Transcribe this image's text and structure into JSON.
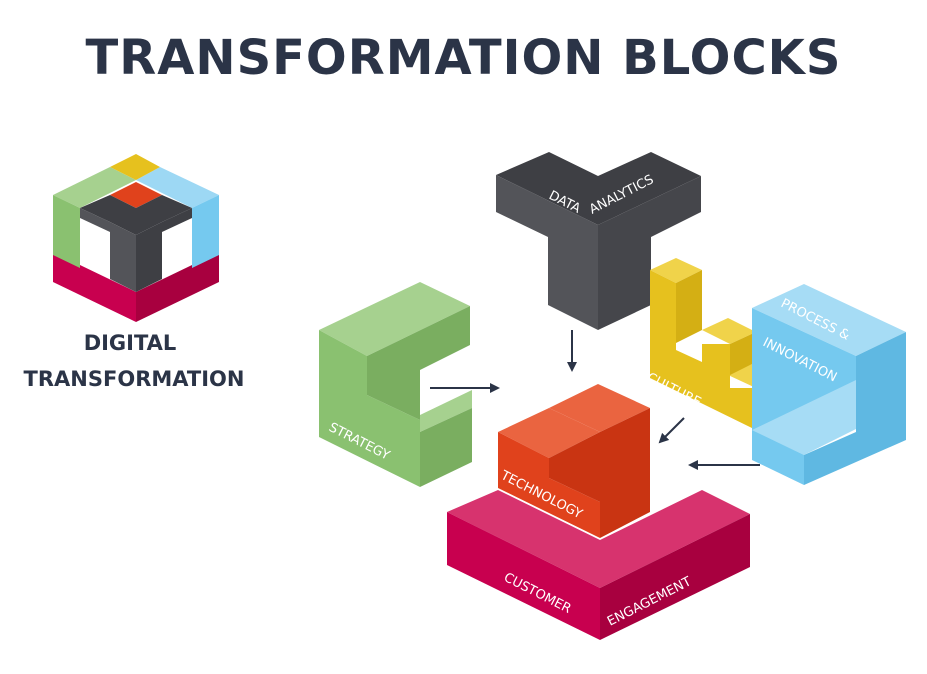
{
  "title": "TRANSFORMATION BLOCKS",
  "legend": {
    "line1": "DIGITAL",
    "line2": "TRANSFORMATION"
  },
  "blocks": {
    "data_analytics_a": "DATA",
    "data_analytics_b": "ANALYTICS",
    "process_a": "PROCESS &",
    "process_b": "INNOVATION",
    "culture": "CULTURE",
    "strategy": "STRATEGY",
    "technology": "TECHNOLOGY",
    "customer_a": "CUSTOMER",
    "customer_b": "ENGAGEMENT"
  },
  "colors": {
    "dark": "#2b3447",
    "green": "#8ac170",
    "gray": "#535459",
    "yellow": "#e6c11e",
    "blue": "#75c9ef",
    "red": "#e0421c",
    "magenta": "#c8004f"
  }
}
